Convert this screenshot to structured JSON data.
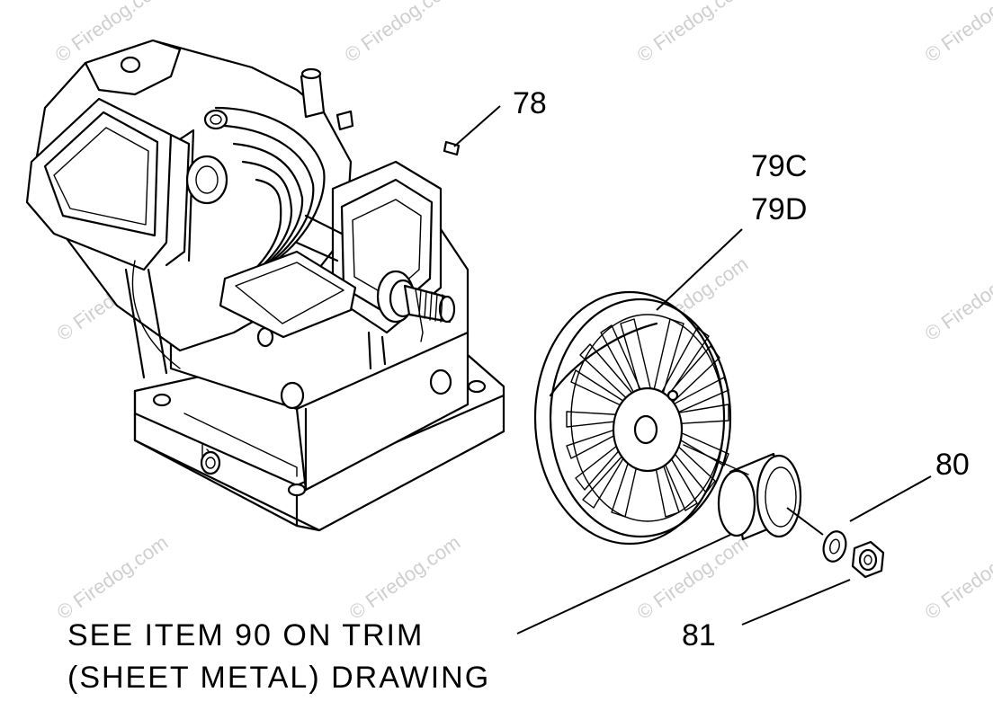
{
  "watermark": {
    "text": "© Firedog.com"
  },
  "callouts": {
    "part_78": "78",
    "part_79c": "79C",
    "part_79d": "79D",
    "part_80": "80",
    "part_81": "81"
  },
  "note": {
    "line1": "SEE ITEM 90 ON TRIM",
    "line2": "(SHEET METAL) DRAWING"
  }
}
